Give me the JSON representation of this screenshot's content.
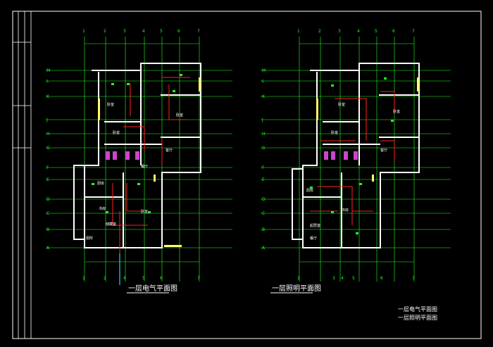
{
  "colors": {
    "background": "#000000",
    "frame": "#ffffff",
    "grid": "#22ff22",
    "walls": "#ffffff",
    "wiring": "#ff2020",
    "lighting": "#ff2020",
    "accent_fill": "#ffff66",
    "stairs": "#cc44cc",
    "cyan": "#22d0ff"
  },
  "plans": [
    {
      "title": "一层电气平面图",
      "col_labels": [
        "1",
        "2",
        "3",
        "4",
        "5",
        "6",
        "7"
      ],
      "row_labels": [
        "M",
        "L",
        "K",
        "J",
        "H",
        "G",
        "F",
        "E",
        "D",
        "C",
        "B",
        "A"
      ],
      "bottom_labels": [
        "1",
        "2",
        "4",
        "5",
        "6",
        "7"
      ]
    },
    {
      "title": "一层照明平面图",
      "col_labels": [
        "1",
        "2",
        "3",
        "4",
        "5",
        "6",
        "7"
      ],
      "row_labels": [
        "M",
        "L",
        "K",
        "J",
        "H",
        "G",
        "F",
        "E",
        "D",
        "C",
        "B",
        "A"
      ],
      "bottom_labels": [
        "1",
        "3",
        "4",
        "5",
        "6",
        "7"
      ]
    }
  ],
  "rooms_left": [
    "卧室",
    "卧室",
    "卧室",
    "客厅",
    "餐厅",
    "厨房",
    "厕所",
    "书房",
    "卧室",
    "储藏室"
  ],
  "rooms_right": [
    "卧室",
    "卧室",
    "卧室",
    "客厅",
    "厨房",
    "餐厅",
    "起居室",
    "书房"
  ],
  "legend": [
    "一层电气平面图",
    "一层照明平面图"
  ]
}
